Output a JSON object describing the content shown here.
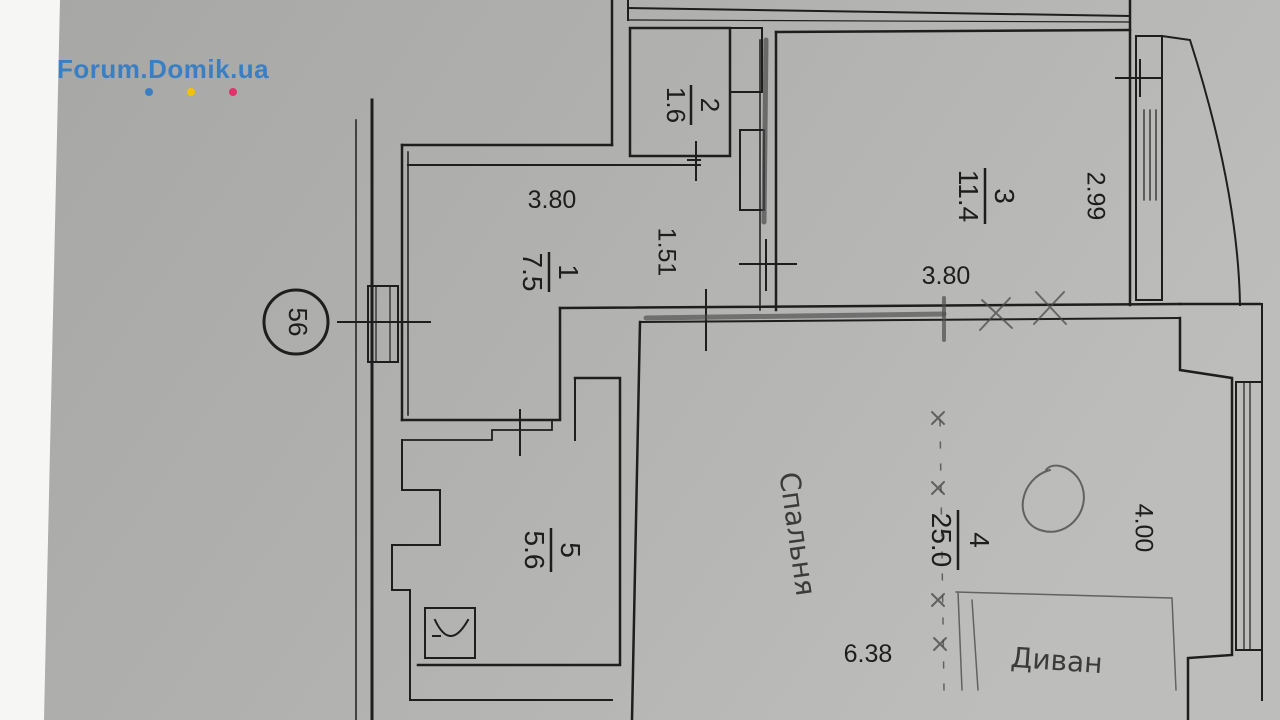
{
  "watermark": {
    "text": "Forum.Domik.ua",
    "color": "#3a7fc4",
    "dot_colors": [
      "#3a7fc4",
      "#f2c300",
      "#e0336e"
    ]
  },
  "plan": {
    "axis_marker": "56",
    "rooms": [
      {
        "number": "1",
        "area": "7.5"
      },
      {
        "number": "2",
        "area": "1.6"
      },
      {
        "number": "3",
        "area": "11.4"
      },
      {
        "number": "4",
        "area": "25.0"
      },
      {
        "number": "5",
        "area": "5.6"
      }
    ],
    "dimensions": {
      "hall_width": "3.80",
      "hall_depth": "1.51",
      "room3_width": "3.80",
      "room3_depth": "2.99",
      "room4_depth": "4.00",
      "room4_length": "6.38"
    },
    "handwriting": {
      "bedroom": "Спальня",
      "sofa": "Диван"
    }
  }
}
